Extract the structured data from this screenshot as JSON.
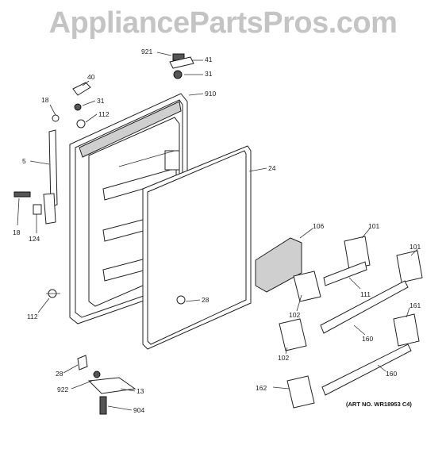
{
  "watermark": "AppliancePartsPros.com",
  "art_number": "(ART NO. WR18953 C4)",
  "callouts": {
    "c921": "921",
    "c41": "41",
    "c31a": "31",
    "c40": "40",
    "c910": "910",
    "c18a": "18",
    "c31b": "31",
    "c112a": "112",
    "c5": "5",
    "c24": "24",
    "c18b": "18",
    "c124": "124",
    "c106": "106",
    "c101a": "101",
    "c101b": "101",
    "c111": "111",
    "c102a": "102",
    "c28a": "28",
    "c112b": "112",
    "c161": "161",
    "c102b": "102",
    "c160a": "160",
    "c28b": "28",
    "c160b": "160",
    "c922": "922",
    "c13": "13",
    "c162": "162",
    "c904": "904"
  }
}
